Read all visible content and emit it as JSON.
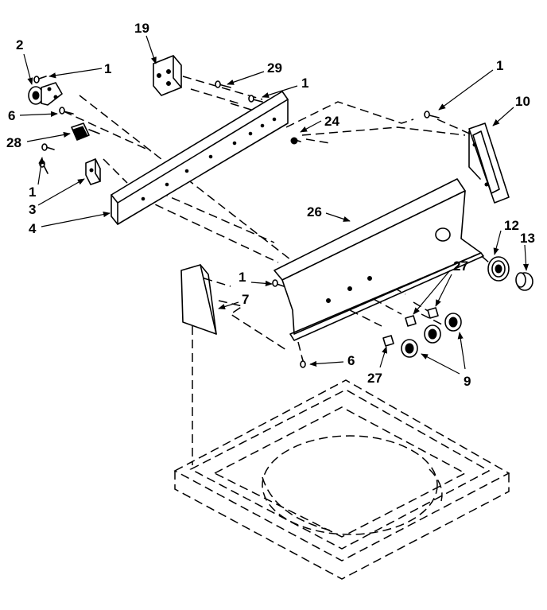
{
  "diagram": {
    "callouts": [
      {
        "id": "c1a",
        "text": "1"
      },
      {
        "id": "c2",
        "text": "2"
      },
      {
        "id": "c19",
        "text": "19"
      },
      {
        "id": "c29",
        "text": "29"
      },
      {
        "id": "c1b",
        "text": "1"
      },
      {
        "id": "c1c",
        "text": "1"
      },
      {
        "id": "c10",
        "text": "10"
      },
      {
        "id": "c6a",
        "text": "6"
      },
      {
        "id": "c24",
        "text": "24"
      },
      {
        "id": "c28",
        "text": "28"
      },
      {
        "id": "c1d",
        "text": "1"
      },
      {
        "id": "c3",
        "text": "3"
      },
      {
        "id": "c4",
        "text": "4"
      },
      {
        "id": "c26",
        "text": "26"
      },
      {
        "id": "c12",
        "text": "12"
      },
      {
        "id": "c13",
        "text": "13"
      },
      {
        "id": "c27a",
        "text": "27"
      },
      {
        "id": "c1e",
        "text": "1"
      },
      {
        "id": "c7",
        "text": "7"
      },
      {
        "id": "c6b",
        "text": "6"
      },
      {
        "id": "c27b",
        "text": "27"
      },
      {
        "id": "c9",
        "text": "9"
      }
    ]
  }
}
